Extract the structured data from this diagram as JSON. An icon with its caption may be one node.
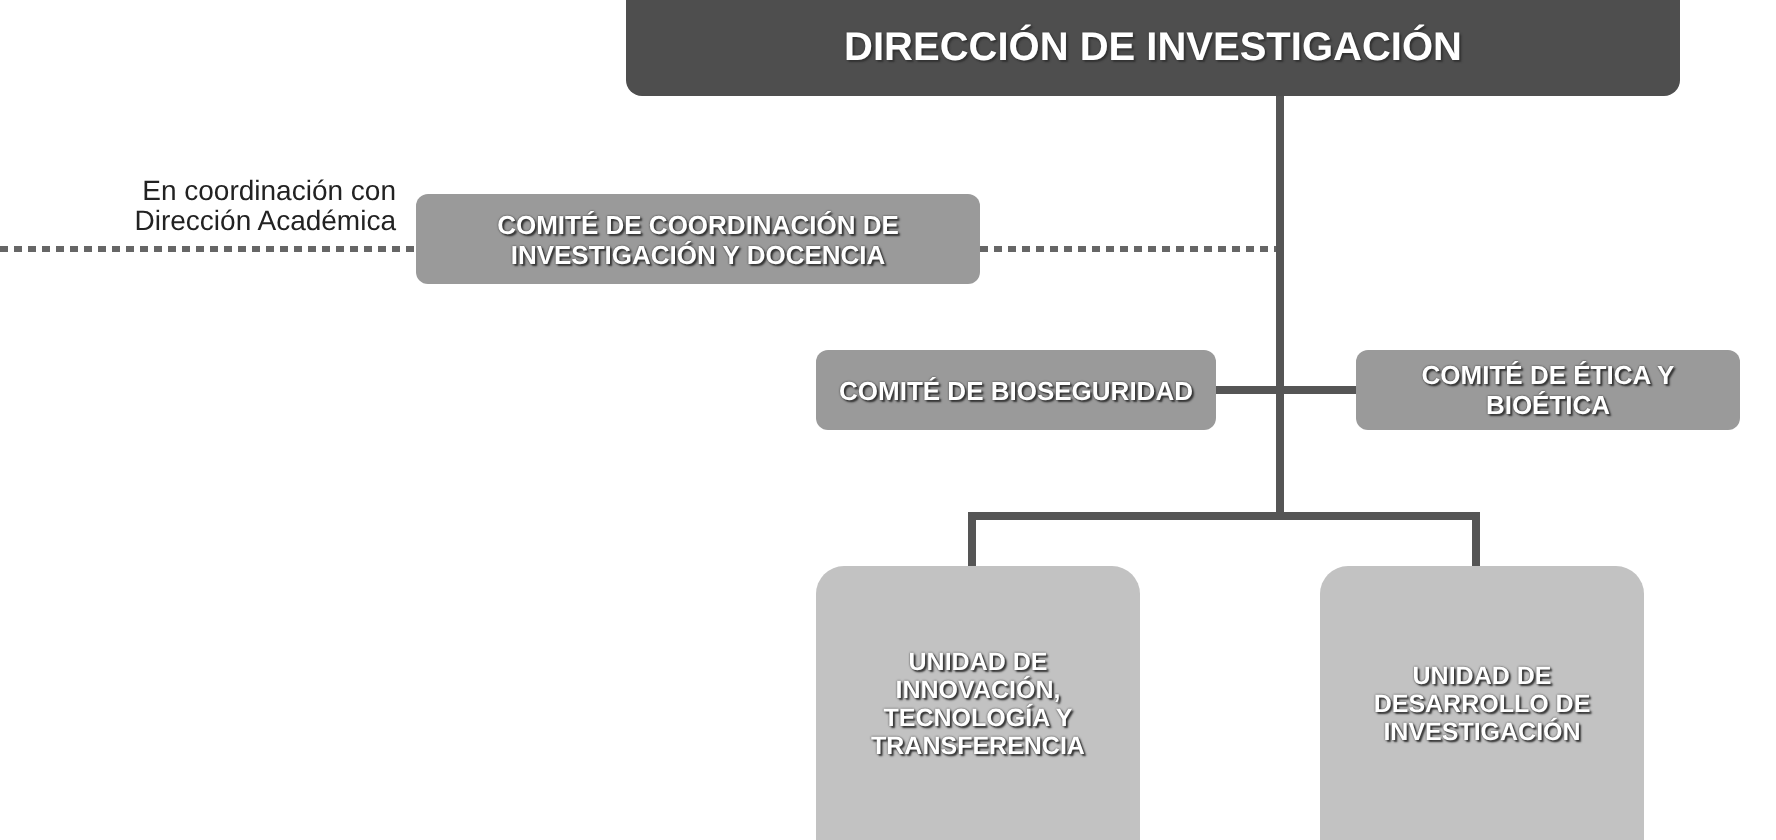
{
  "diagram": {
    "nodes": [
      {
        "text": [
          "DIRECCIÓN DE INVESTIGACIÓN"
        ]
      },
      {
        "text": [
          "COMITÉ DE COORDINACIÓN DE INVESTIGACIÓN Y DOCENCIA"
        ]
      },
      {
        "text": [
          "COMITÉ DE BIOSEGURIDAD"
        ]
      },
      {
        "text": [
          "COMITÉ DE ÉTICA Y BIOÉTICA"
        ]
      },
      {
        "text": [
          "UNIDAD DE INNOVACIÓN, TECNOLOGÍA Y TRANSFERENCIA"
        ]
      },
      {
        "text": [
          "UNIDAD DE DESARROLLO DE INVESTIGACIÓN"
        ]
      }
    ],
    "edges": [
      {
        "from": null,
        "to": 1,
        "arrow": "none",
        "style": "dashed"
      },
      {
        "from": 1,
        "to": 0,
        "arrow": "none",
        "style": "dashed"
      },
      {
        "from": 0,
        "to": 2,
        "arrow": "none"
      },
      {
        "from": 0,
        "to": 3,
        "arrow": "none"
      },
      {
        "from": 0,
        "to": 4,
        "arrow": "none"
      },
      {
        "from": 0,
        "to": 5,
        "arrow": "none"
      }
    ],
    "labels": [
      "En coordinación con Dirección Académica"
    ]
  }
}
